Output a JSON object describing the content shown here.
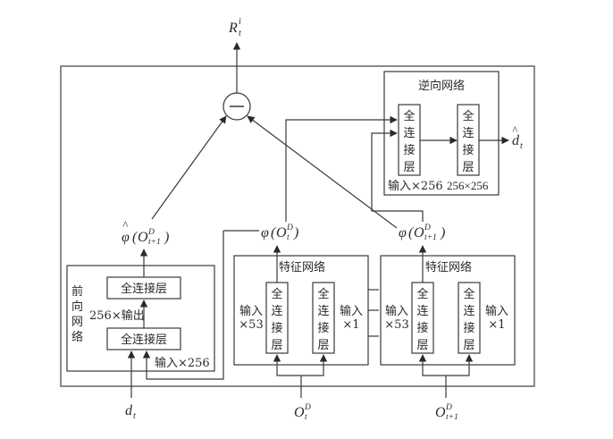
{
  "title": "Intrinsic reward network architecture",
  "output_label": {
    "base": "R",
    "sub": "t",
    "sup": "i"
  },
  "subtract_node": {
    "symbol": "−"
  },
  "inverse_network": {
    "title": "逆向网络",
    "layer1": {
      "label": [
        "全",
        "连",
        "接",
        "层"
      ],
      "caption": "输入×256"
    },
    "layer2": {
      "label": [
        "全",
        "连",
        "接",
        "层"
      ],
      "caption": "256×256"
    },
    "output": {
      "base": "d",
      "sub": "t",
      "hat": "^"
    }
  },
  "forward_network": {
    "title": [
      "前",
      "向",
      "网",
      "络"
    ],
    "layer_top": "全连接层",
    "layer_bottom": "全连接层",
    "middle_caption": "256×输出",
    "input_caption": "输入×256",
    "output": {
      "func": "φ",
      "hat": "^",
      "base": "O",
      "sup": "D",
      "sub": "t+1"
    }
  },
  "feature_network_t": {
    "title": "特征网络",
    "left_caption": [
      "输入",
      "×53"
    ],
    "right_caption": [
      "输入",
      "×1"
    ],
    "layer_a": [
      "全",
      "连",
      "接",
      "层"
    ],
    "layer_b": [
      "全",
      "连",
      "接",
      "层"
    ],
    "output": {
      "func": "φ",
      "base": "O",
      "sup": "D",
      "sub": "t"
    }
  },
  "feature_network_t1": {
    "title": "特征网络",
    "left_caption": [
      "输入",
      "×53"
    ],
    "right_caption": [
      "输入",
      "×1"
    ],
    "layer_a": [
      "全",
      "连",
      "接",
      "层"
    ],
    "layer_b": [
      "全",
      "连",
      "接",
      "层"
    ],
    "output": {
      "func": "φ",
      "base": "O",
      "sup": "D",
      "sub": "t+1"
    }
  },
  "inputs": {
    "action": {
      "base": "d",
      "sub": "t"
    },
    "obs_t": {
      "base": "O",
      "sup": "D",
      "sub": "t"
    },
    "obs_t1": {
      "base": "O",
      "sup": "D",
      "sub": "t+1"
    }
  },
  "paren_open": "(",
  "paren_close": ")"
}
